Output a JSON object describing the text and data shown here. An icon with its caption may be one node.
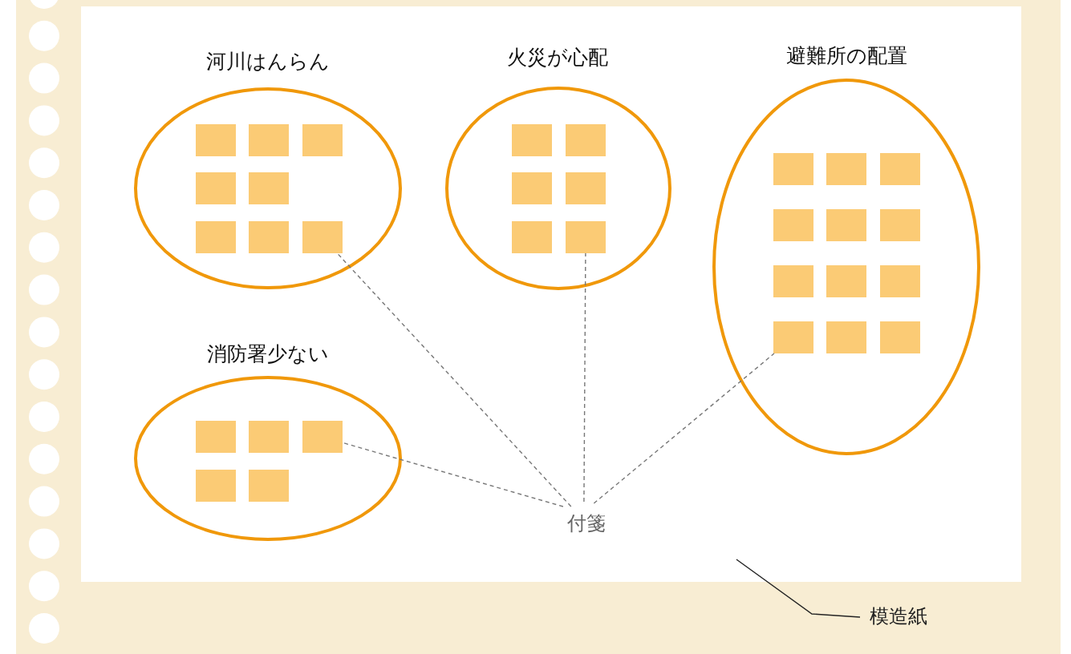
{
  "diagram": {
    "nodes": [
      {
        "text": [],
        "shape": "box"
      },
      {
        "text": [
          "河川はんらん"
        ],
        "in": 0
      },
      {
        "text": [],
        "shape": "box",
        "in": 1
      },
      {
        "text": [],
        "shape": "box",
        "in": 1
      },
      {
        "text": [],
        "shape": "box",
        "in": 1
      },
      {
        "text": [],
        "shape": "box",
        "in": 1
      },
      {
        "text": [],
        "shape": "box",
        "in": 1
      },
      {
        "text": [],
        "shape": "box",
        "in": 1
      },
      {
        "text": [],
        "shape": "box",
        "in": 1
      },
      {
        "text": [],
        "shape": "box",
        "in": 1
      },
      {
        "text": [
          "火災が心配"
        ],
        "in": 0
      },
      {
        "text": [],
        "shape": "box",
        "in": 10
      },
      {
        "text": [],
        "shape": "box",
        "in": 10
      },
      {
        "text": [],
        "shape": "box",
        "in": 10
      },
      {
        "text": [],
        "shape": "box",
        "in": 10
      },
      {
        "text": [],
        "shape": "box",
        "in": 10
      },
      {
        "text": [],
        "shape": "box",
        "in": 10
      },
      {
        "text": [
          "避難所の配置"
        ],
        "in": 0
      },
      {
        "text": [],
        "shape": "box",
        "in": 17
      },
      {
        "text": [],
        "shape": "box",
        "in": 17
      },
      {
        "text": [],
        "shape": "box",
        "in": 17
      },
      {
        "text": [],
        "shape": "box",
        "in": 17
      },
      {
        "text": [],
        "shape": "box",
        "in": 17
      },
      {
        "text": [],
        "shape": "box",
        "in": 17
      },
      {
        "text": [],
        "shape": "box",
        "in": 17
      },
      {
        "text": [],
        "shape": "box",
        "in": 17
      },
      {
        "text": [],
        "shape": "box",
        "in": 17
      },
      {
        "text": [],
        "shape": "box",
        "in": 17
      },
      {
        "text": [],
        "shape": "box",
        "in": 17
      },
      {
        "text": [],
        "shape": "box",
        "in": 17
      },
      {
        "text": [
          "消防署少ない"
        ],
        "in": 0
      },
      {
        "text": [],
        "shape": "box",
        "in": 30
      },
      {
        "text": [],
        "shape": "box",
        "in": 30
      },
      {
        "text": [],
        "shape": "box",
        "in": 30
      },
      {
        "text": [],
        "shape": "box",
        "in": 30
      },
      {
        "text": [],
        "shape": "box",
        "in": 30
      },
      {
        "text": [
          "付箋"
        ],
        "in": 0
      },
      {
        "text": [
          "模造紙"
        ]
      }
    ],
    "edges": [
      {
        "from": 36,
        "to": 9,
        "arrow": "none",
        "style": "dashed"
      },
      {
        "from": 36,
        "to": 16,
        "arrow": "none",
        "style": "dashed"
      },
      {
        "from": 36,
        "to": 27,
        "arrow": "none",
        "style": "dashed"
      },
      {
        "from": 36,
        "to": 33,
        "arrow": "none",
        "style": "dashed"
      },
      {
        "from": 37,
        "to": 0,
        "arrow": "none",
        "color": "#222222"
      }
    ]
  }
}
